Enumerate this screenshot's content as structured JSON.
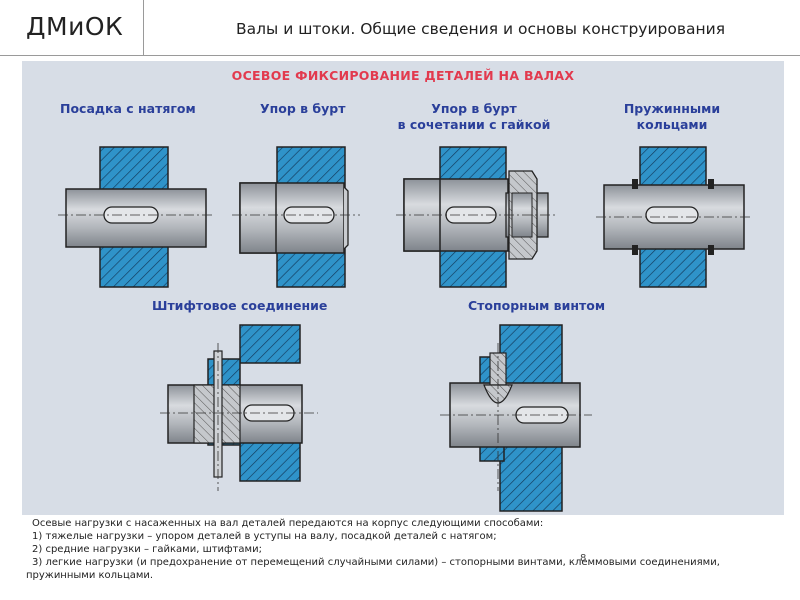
{
  "header": {
    "logo": "ДМиОК",
    "title": "Валы и штоки. Общие сведения и основы конструирования"
  },
  "figure": {
    "title": "ОСЕВОЕ ФИКСИРОВАНИЕ ДЕТАЛЕЙ НА ВАЛАХ",
    "labels": {
      "interference_fit": "Посадка с натягом",
      "shoulder": "Упор в бурт",
      "shoulder_nut_1": "Упор в бурт",
      "shoulder_nut_2": "в сочетании с гайкой",
      "spring_rings_1": "Пружинными",
      "spring_rings_2": "кольцами",
      "pin": "Штифтовое соединение",
      "set_screw": "Стопорным винтом"
    }
  },
  "body_text": {
    "intro": "Осевые нагрузки с насаженных на вал деталей передаются на корпус следующими способами:",
    "items": [
      "1) тяжелые нагрузки – упором деталей в уступы на валу, посадкой деталей с натягом;",
      "2) средние нагрузки – гайками, штифтами;",
      "3) легкие нагрузки (и предохранение от перемещений случайными силами) – стопорными винтами, клеммовыми соединениями,",
      "пружинными кольцами."
    ]
  },
  "page_number": "8",
  "colors": {
    "hub_blue": "#2f93c9",
    "shaft_gray": "#a9adb3",
    "title_red": "#e23a4e",
    "label_blue": "#2a3f9a"
  }
}
